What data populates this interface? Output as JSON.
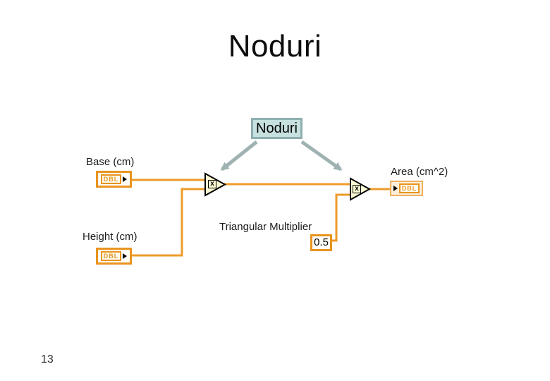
{
  "slide": {
    "title": "Noduri",
    "page_number": "13"
  },
  "callout": {
    "label": "Noduri"
  },
  "diagram": {
    "base_control": {
      "label": "Base (cm)",
      "type": "DBL"
    },
    "height_control": {
      "label": "Height (cm)",
      "type": "DBL"
    },
    "multiply_node_1": {
      "symbol": "x"
    },
    "multiply_node_2": {
      "symbol": "x"
    },
    "constant": {
      "label": "Triangular Multiplier",
      "value": "0.5"
    },
    "area_indicator": {
      "label": "Area (cm^2)",
      "type": "DBL"
    }
  },
  "colors": {
    "wire_orange": "#ee9b2a",
    "terminal_border_orange": "#e8941f",
    "node_fill": "#fbfad2",
    "callout_fill": "#c7e0e0",
    "callout_border": "#8faeaf",
    "arrow_gray": "#9fb2b2",
    "indicator_fill": "#fbefd9",
    "indicator_border": "#f0af62"
  }
}
